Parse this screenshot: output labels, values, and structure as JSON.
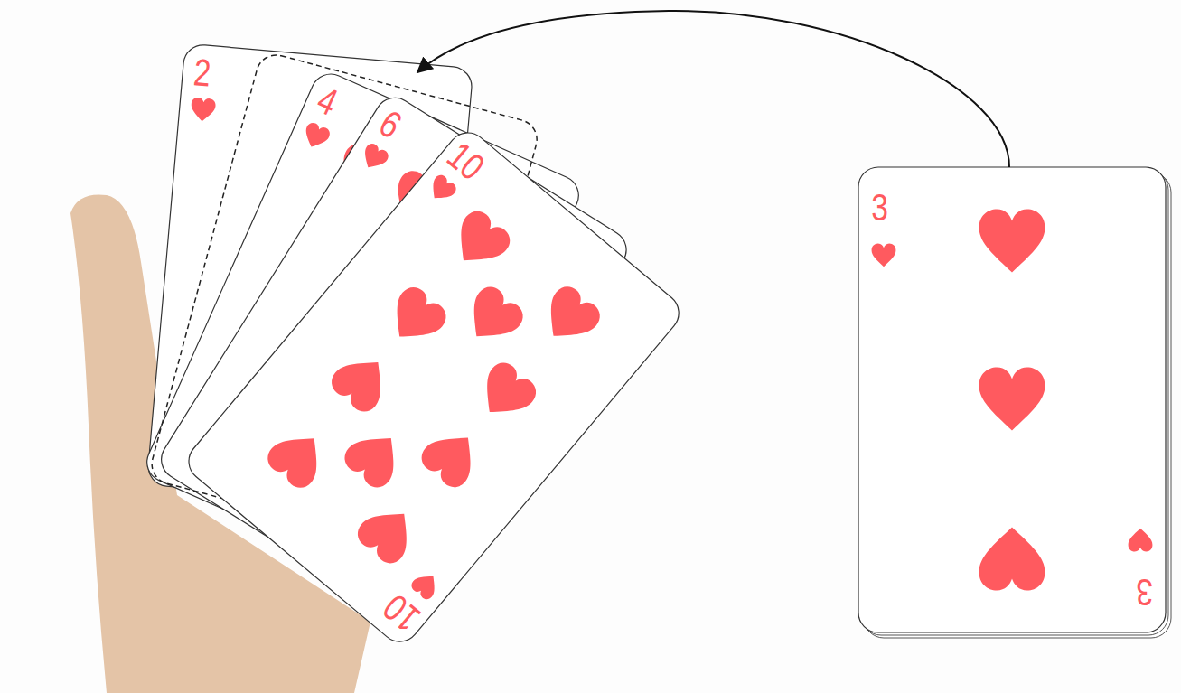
{
  "diagram": {
    "labels": [
      "2",
      "4",
      "6",
      "10",
      "10",
      "3",
      "3"
    ]
  }
}
